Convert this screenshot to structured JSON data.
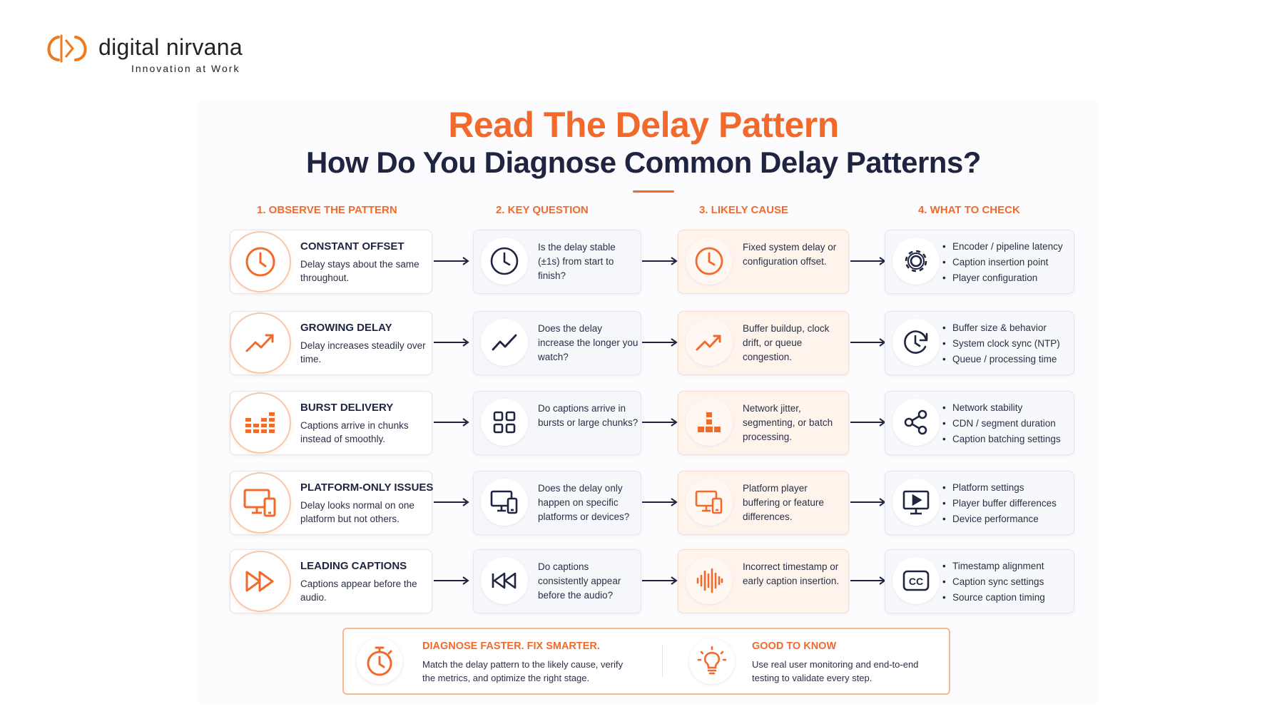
{
  "logo": {
    "name": "digital nirvana",
    "tagline": "Innovation at Work"
  },
  "title": "Read The Delay Pattern",
  "subtitle": "How Do You Diagnose Common Delay Patterns?",
  "colors": {
    "accent": "#f26a2b",
    "navy": "#1f2540"
  },
  "columns": [
    "1. OBSERVE THE PATTERN",
    "2. KEY QUESTION",
    "3. LIKELY CAUSE",
    "4. WHAT TO CHECK"
  ],
  "rows": [
    {
      "pattern": {
        "title": "CONSTANT OFFSET",
        "desc": "Delay stays about the same throughout.",
        "icon": "clock-icon"
      },
      "question": {
        "text": "Is the delay stable (±1s) from start to finish?",
        "icon": "clock-icon"
      },
      "cause": {
        "text": "Fixed system delay or configuration offset.",
        "icon": "clock-icon"
      },
      "check": {
        "items": [
          "Encoder / pipeline latency",
          "Caption insertion point",
          "Player configuration"
        ],
        "icon": "gear-icon"
      }
    },
    {
      "pattern": {
        "title": "GROWING DELAY",
        "desc": "Delay increases steadily over time.",
        "icon": "trend-up-icon"
      },
      "question": {
        "text": "Does the delay increase the longer you watch?",
        "icon": "trend-icon"
      },
      "cause": {
        "text": "Buffer buildup, clock drift, or queue congestion.",
        "icon": "trend-up-icon"
      },
      "check": {
        "items": [
          "Buffer size & behavior",
          "System clock sync (NTP)",
          "Queue / processing time"
        ],
        "icon": "clock-refresh-icon"
      }
    },
    {
      "pattern": {
        "title": "BURST DELIVERY",
        "desc": "Captions arrive in chunks instead of smoothly.",
        "icon": "bars-icon"
      },
      "question": {
        "text": "Do captions arrive in bursts or large chunks?",
        "icon": "grid-icon"
      },
      "cause": {
        "text": "Network jitter, segmenting, or batch processing.",
        "icon": "blocks-icon"
      },
      "check": {
        "items": [
          "Network stability",
          "CDN / segment duration",
          "Caption batching settings"
        ],
        "icon": "share-icon"
      }
    },
    {
      "pattern": {
        "title": "PLATFORM-ONLY ISSUES",
        "desc": "Delay looks normal on one platform but not others.",
        "icon": "devices-icon"
      },
      "question": {
        "text": "Does the delay only happen on specific platforms or devices?",
        "icon": "devices-icon"
      },
      "cause": {
        "text": "Platform player buffering or feature differences.",
        "icon": "devices-icon"
      },
      "check": {
        "items": [
          "Platform settings",
          "Player buffer differences",
          "Device performance"
        ],
        "icon": "play-screen-icon"
      }
    },
    {
      "pattern": {
        "title": "LEADING CAPTIONS",
        "desc": "Captions appear before the audio.",
        "icon": "fast-forward-icon"
      },
      "question": {
        "text": "Do captions consistently appear before the audio?",
        "icon": "rewind-icon"
      },
      "cause": {
        "text": "Incorrect timestamp or early caption insertion.",
        "icon": "waveform-icon"
      },
      "check": {
        "items": [
          "Timestamp alignment",
          "Caption sync settings",
          "Source caption timing"
        ],
        "icon": "cc-icon"
      }
    }
  ],
  "footer": {
    "left": {
      "title": "DIAGNOSE FASTER. FIX SMARTER.",
      "text": "Match the delay pattern to the likely cause, verify the metrics, and optimize the right stage.",
      "icon": "stopwatch-icon"
    },
    "right": {
      "title": "GOOD TO KNOW",
      "text": "Use real user monitoring and end-to-end testing to validate every step.",
      "icon": "lightbulb-icon"
    }
  }
}
